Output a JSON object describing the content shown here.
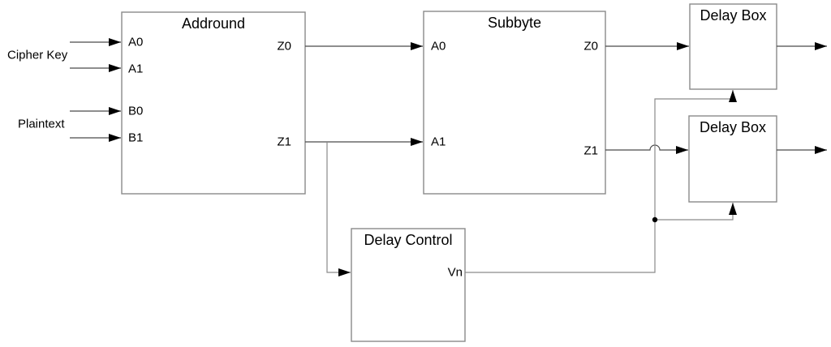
{
  "diagram": {
    "inputs": {
      "cipher_key_label": "Cipher Key",
      "plaintext_label": "Plaintext"
    },
    "blocks": {
      "addround": {
        "title": "Addround",
        "ports": {
          "a0": "A0",
          "a1": "A1",
          "b0": "B0",
          "b1": "B1",
          "z0": "Z0",
          "z1": "Z1"
        }
      },
      "subbyte": {
        "title": "Subbyte",
        "ports": {
          "a0": "A0",
          "a1": "A1",
          "z0": "Z0",
          "z1": "Z1"
        }
      },
      "delay_box_top": {
        "title": "Delay Box"
      },
      "delay_box_bottom": {
        "title": "Delay Box"
      },
      "delay_control": {
        "title": "Delay Control",
        "ports": {
          "vn": "Vn"
        }
      }
    },
    "colors": {
      "background": "#ffffff",
      "box_border": "#8a8a8a",
      "signal_wire": "#4a4a4a",
      "control_wire": "#8a8a8a",
      "arrowhead": "#000000",
      "text": "#000000"
    }
  }
}
